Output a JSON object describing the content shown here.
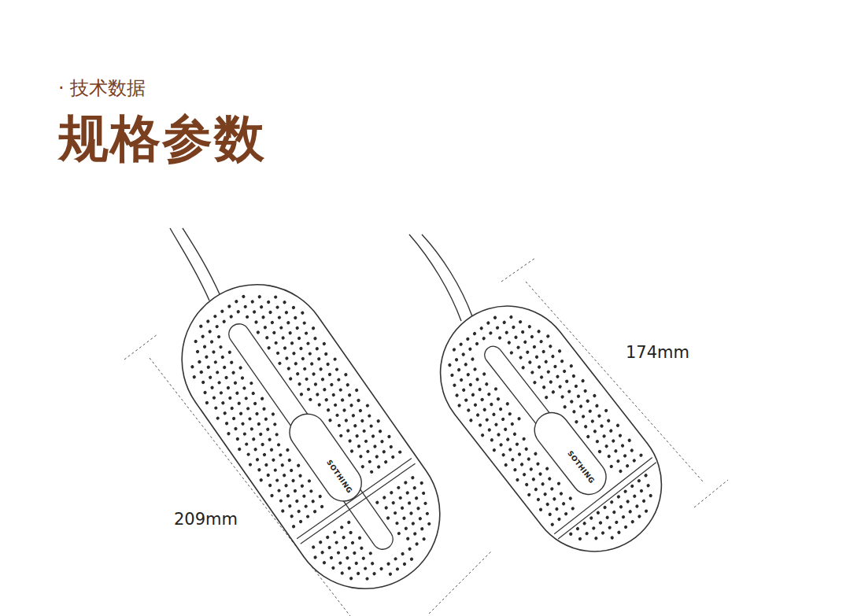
{
  "diagram": {
    "title": "规格参数",
    "labels": [
      "· 技术数据",
      "209mm",
      "174mm",
      "SOTHING",
      "SOTHING"
    ]
  }
}
